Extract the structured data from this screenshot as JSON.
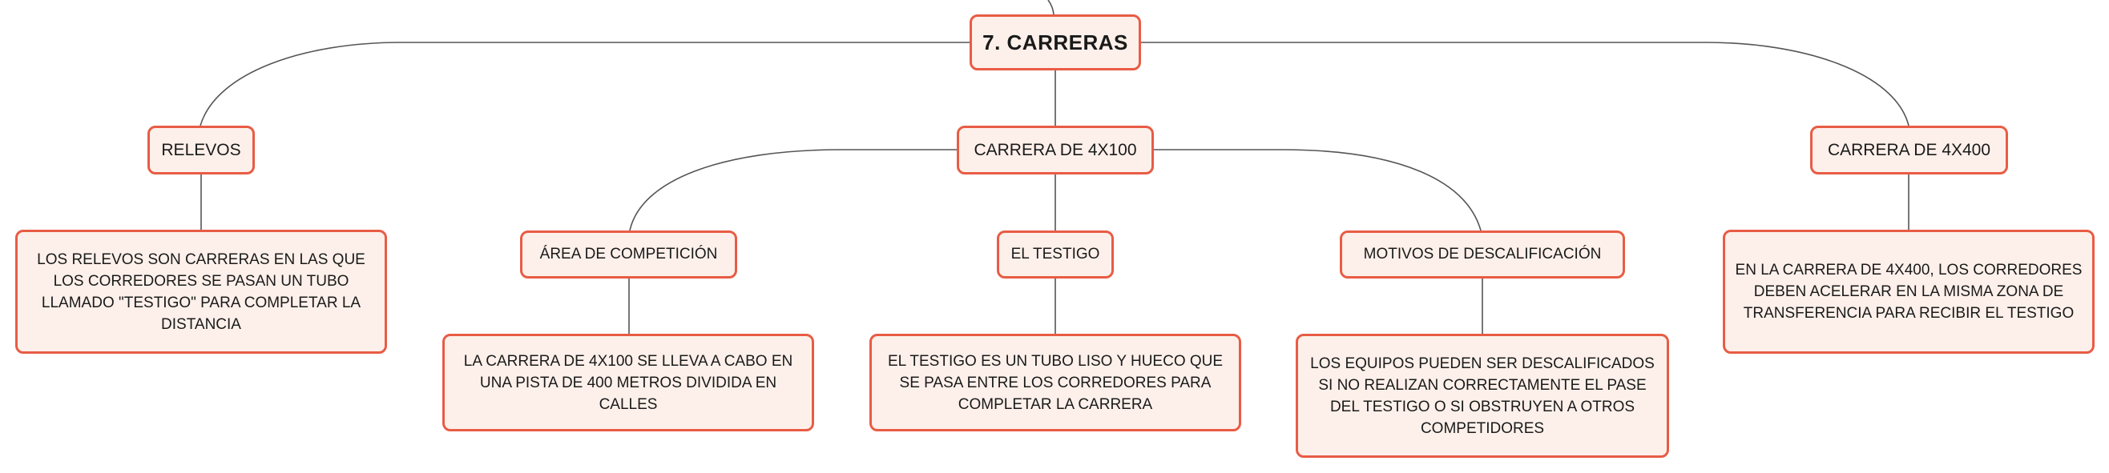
{
  "diagram": {
    "root": {
      "label": "7. CARRERAS"
    },
    "relevos": {
      "label": "RELEVOS",
      "description": "LOS RELEVOS SON CARRERAS EN LAS QUE LOS CORREDORES SE PASAN UN TUBO LLAMADO \"TESTIGO\" PARA COMPLETAR LA DISTANCIA"
    },
    "carrera_4x100": {
      "label": "CARRERA DE 4X100",
      "area": {
        "label": "ÁREA DE COMPETICIÓN",
        "description": "LA CARRERA DE 4X100 SE LLEVA A CABO EN UNA PISTA DE 400 METROS DIVIDIDA EN CALLES"
      },
      "testigo": {
        "label": "EL TESTIGO",
        "description": "EL TESTIGO ES UN TUBO LISO Y HUECO QUE SE PASA ENTRE LOS CORREDORES PARA COMPLETAR LA CARRERA"
      },
      "motivos": {
        "label": "MOTIVOS DE DESCALIFICACIÓN",
        "description": "LOS EQUIPOS PUEDEN SER DESCALIFICADOS SI NO REALIZAN CORRECTAMENTE EL PASE DEL TESTIGO O SI OBSTRUYEN A OTROS COMPETIDORES"
      }
    },
    "carrera_4x400": {
      "label": "CARRERA DE 4X400",
      "description": "EN LA CARRERA DE 4X400, LOS CORREDORES DEBEN ACELERAR EN LA MISMA ZONA DE TRANSFERENCIA PARA RECIBIR EL TESTIGO"
    }
  },
  "colors": {
    "node_border": "#e85c45",
    "node_fill": "#fdf0ea",
    "connector": "#555555",
    "text": "#1a1a1a"
  }
}
